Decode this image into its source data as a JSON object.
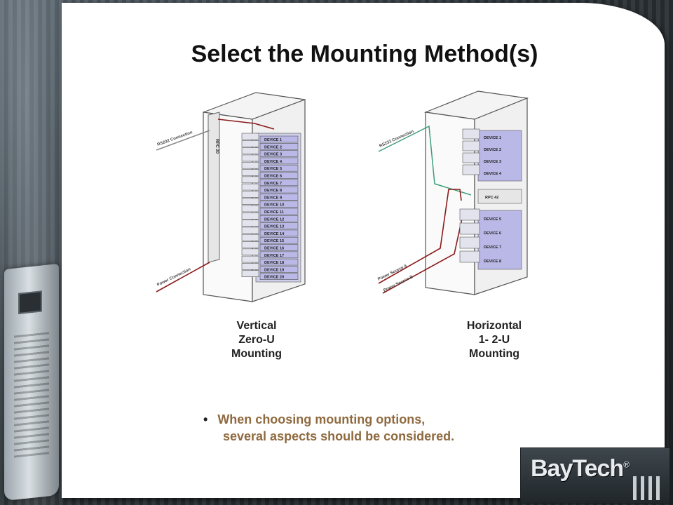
{
  "slide": {
    "title": "Select the Mounting Method(s)",
    "colors": {
      "title": "#111111",
      "bullet_text": "#8f6a3f",
      "device_fill": "#b9b8e6",
      "rs232_line_right": "#3e9e78",
      "power_line": "#8b1a1a"
    }
  },
  "left_diagram": {
    "caption_lines": [
      "Vertical",
      "Zero-U",
      "Mounting"
    ],
    "rs232_label": "RS232 Connection",
    "power_label": "Power Connection",
    "rpc_label": "RPC 20",
    "devices": [
      "DEVICE 1",
      "DEVICE 2",
      "DEVICE 3",
      "DEVICE 4",
      "DEVICE 5",
      "DEVICE 6",
      "DEVICE 7",
      "DEVICE 8",
      "DEVICE 9",
      "DEVICE 10",
      "DEVICE 11",
      "DEVICE 12",
      "DEVICE 13",
      "DEVICE 14",
      "DEVICE 15",
      "DEVICE 16",
      "DEVICE 17",
      "DEVICE 18",
      "DEVICE 19",
      "DEVICE 20"
    ]
  },
  "right_diagram": {
    "caption_lines": [
      "Horizontal",
      "1- 2-U",
      "Mounting"
    ],
    "rs232_label": "RS232 Connection",
    "power_a_label": "Power Source A",
    "power_b_label": "Power Source B",
    "top_devices": [
      "DEVICE 1",
      "DEVICE 2",
      "DEVICE 3",
      "DEVICE 4"
    ],
    "rpc_label": "RPC 42",
    "bottom_devices": [
      "DEVICE 5",
      "DEVICE 6",
      "DEVICE 7",
      "DEVICE 8"
    ]
  },
  "bullet": {
    "symbol": "•",
    "line1": "When choosing mounting options,",
    "line2": "several aspects should be considered."
  },
  "logo": {
    "text": "BayTech",
    "mark": "®"
  }
}
